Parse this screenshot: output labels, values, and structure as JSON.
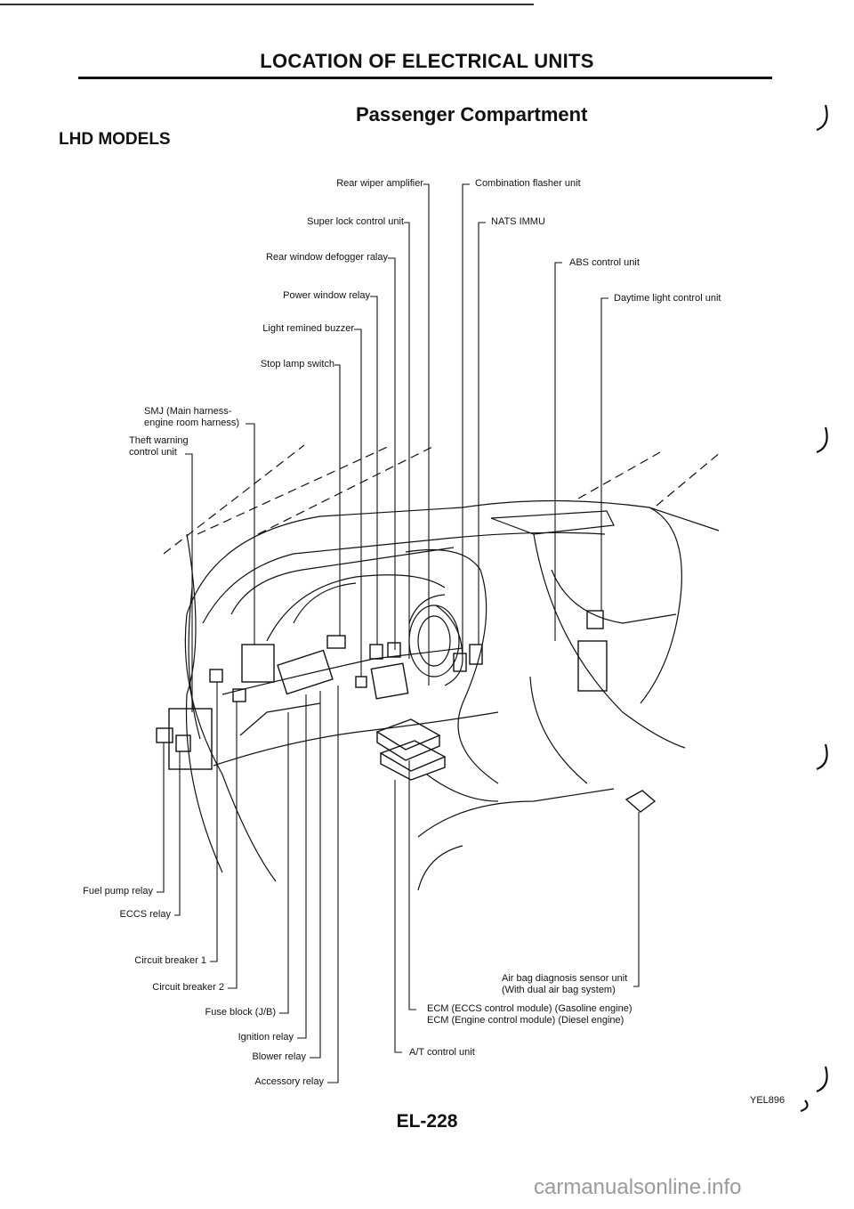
{
  "header": {
    "title": "LOCATION OF ELECTRICAL UNITS",
    "subtitle": "Passenger Compartment",
    "models": "LHD MODELS"
  },
  "labels": {
    "rear_wiper_amplifier": "Rear wiper amplifier",
    "super_lock_control_unit": "Super lock control unit",
    "rear_window_defogger_relay": "Rear window defogger ralay",
    "power_window_relay": "Power window relay",
    "light_remined_buzzer": "Light remined buzzer",
    "stop_lamp_switch": "Stop lamp switch",
    "smj_line1": "SMJ (Main harness-",
    "smj_line2": "engine room harness)",
    "theft_line1": "Theft warning",
    "theft_line2": "control unit",
    "combination_flasher_unit": "Combination flasher unit",
    "nats_immu": "NATS IMMU",
    "abs_control_unit": "ABS control unit",
    "daytime_light_control_unit": "Daytime light control unit",
    "fuel_pump_relay": "Fuel pump relay",
    "eccs_relay": "ECCS relay",
    "circuit_breaker_1": "Circuit breaker 1",
    "circuit_breaker_2": "Circuit breaker 2",
    "fuse_block": "Fuse block (J/B)",
    "ignition_relay": "Ignition relay",
    "blower_relay": "Blower relay",
    "accessory_relay": "Accessory relay",
    "airbag_line1": "Air bag diagnosis sensor unit",
    "airbag_line2": "(With dual air bag system)",
    "ecm_line1": "ECM (ECCS control module) (Gasoline engine)",
    "ecm_line2": "ECM (Engine control module) (Diesel engine)",
    "at_control_unit": "A/T control unit"
  },
  "footer": {
    "page_number": "EL-228",
    "figure_code": "YEL896",
    "watermark": "carmanualsonline.info"
  }
}
